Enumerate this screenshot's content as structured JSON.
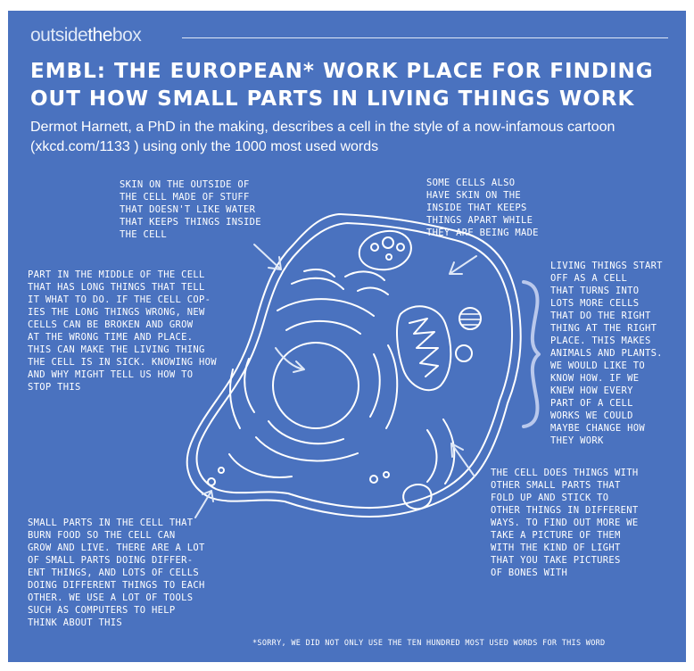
{
  "header": {
    "brand_outside": "outside",
    "brand_the": "the",
    "brand_box": "box",
    "headline": "EMBL: The European* work place for finding out how small parts in living things work",
    "intro": "Dermot Harnett, a PhD in the making, describes a cell in the style of a now-infamous cartoon (xkcd.com/1133 ) using only the 1000 most used words"
  },
  "annotations": {
    "skin_outside": "Skin on the outside of\nthe cell made of stuff\nthat doesn't like water\nthat keeps things inside\nthe cell",
    "skin_inside": "Some cells also\nhave skin on the\ninside that keeps\nthings apart while\nthey are being made",
    "middle_part": "Part in the middle of the cell\nthat has long things that tell\nit what to do. If the cell cop-\nies the long things wrong, new\ncells can be broken and grow\nat the wrong time and place.\nThis can make the living thing\nthe cell is in sick. Knowing how\nand why might tell us how to\nstop this",
    "living_things": "Living things start\noff as a cell\nthat turns into\nlots more cells\nthat do the right\nthing at the right\nplace. This makes\nanimals and plants.\nWe would like to\nknow how. If we\nknew how every\npart of a cell\nworks we could\nmaybe change how\nthey work",
    "fold_up": "The cell does things with\nother small parts that\nfold up and stick to\nother things in different\nways. To find out more we\ntake a picture of them\nwith the kind of light\nthat you take pictures\nof bones with",
    "burn_food": "Small parts in the cell that\nburn food so the cell can\ngrow and live. There are a lot\nof small parts doing differ-\nent things, and lots of cells\ndoing different things to each\nother. We use a lot of tools\nsuch as computers to help\nthink about this"
  },
  "footnote": "*Sorry, we did not only use the ten hundred most used words for this word",
  "colors": {
    "background": "#4a72bf",
    "ink": "#ffffff",
    "brand_light": "#dfe8f7",
    "brace": "#b9c8ec"
  }
}
